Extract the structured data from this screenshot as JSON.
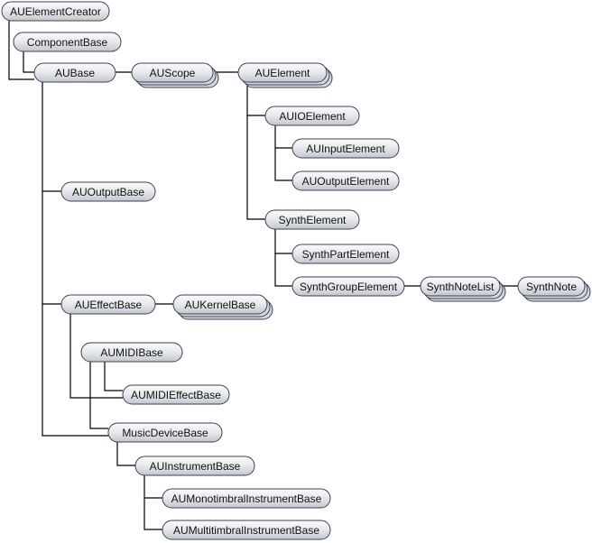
{
  "diagram": {
    "nodes": [
      {
        "id": "aue_creator",
        "label": "AUElementCreator",
        "stacked": false
      },
      {
        "id": "component_base",
        "label": "ComponentBase",
        "stacked": false
      },
      {
        "id": "aubase",
        "label": "AUBase",
        "stacked": false
      },
      {
        "id": "auscope",
        "label": "AUScope",
        "stacked": true
      },
      {
        "id": "auelement",
        "label": "AUElement",
        "stacked": true
      },
      {
        "id": "auioelement",
        "label": "AUIOElement",
        "stacked": false
      },
      {
        "id": "auinputelement",
        "label": "AUInputElement",
        "stacked": false
      },
      {
        "id": "auoutputelement",
        "label": "AUOutputElement",
        "stacked": false
      },
      {
        "id": "auoutputbase",
        "label": "AUOutputBase",
        "stacked": false
      },
      {
        "id": "synthelement",
        "label": "SynthElement",
        "stacked": false
      },
      {
        "id": "synthpartelement",
        "label": "SynthPartElement",
        "stacked": false
      },
      {
        "id": "synthgroupelement",
        "label": "SynthGroupElement",
        "stacked": false
      },
      {
        "id": "synthnotelist",
        "label": "SynthNoteList",
        "stacked": true
      },
      {
        "id": "synthnote",
        "label": "SynthNote",
        "stacked": true
      },
      {
        "id": "aueffectbase",
        "label": "AUEffectBase",
        "stacked": false
      },
      {
        "id": "aukernelbase",
        "label": "AUKernelBase",
        "stacked": true
      },
      {
        "id": "aumidibase",
        "label": "AUMIDIBase",
        "stacked": false
      },
      {
        "id": "aumidieffectbase",
        "label": "AUMIDIEffectBase",
        "stacked": false
      },
      {
        "id": "musicdevicebase",
        "label": "MusicDeviceBase",
        "stacked": false
      },
      {
        "id": "auinstrumentbase",
        "label": "AUInstrumentBase",
        "stacked": false
      },
      {
        "id": "aumonotimbral",
        "label": "AUMonotimbralInstrumentBase",
        "stacked": false
      },
      {
        "id": "aumultitimbral",
        "label": "AUMultitimbralInstrumentBase",
        "stacked": false
      }
    ],
    "edges": [
      {
        "from": "aue_creator",
        "to": "aubase"
      },
      {
        "from": "component_base",
        "to": "aubase"
      },
      {
        "from": "aubase",
        "to": "auscope"
      },
      {
        "from": "auscope",
        "to": "auelement"
      },
      {
        "from": "auelement",
        "to": "auioelement"
      },
      {
        "from": "auioelement",
        "to": "auinputelement"
      },
      {
        "from": "auioelement",
        "to": "auoutputelement"
      },
      {
        "from": "auelement",
        "to": "synthelement"
      },
      {
        "from": "synthelement",
        "to": "synthpartelement"
      },
      {
        "from": "synthelement",
        "to": "synthgroupelement"
      },
      {
        "from": "synthgroupelement",
        "to": "synthnotelist"
      },
      {
        "from": "synthnotelist",
        "to": "synthnote"
      },
      {
        "from": "aubase",
        "to": "auoutputbase"
      },
      {
        "from": "aubase",
        "to": "aueffectbase"
      },
      {
        "from": "aueffectbase",
        "to": "aukernelbase"
      },
      {
        "from": "aueffectbase",
        "to": "aumidieffectbase"
      },
      {
        "from": "aumidibase",
        "to": "aumidieffectbase"
      },
      {
        "from": "aumidibase",
        "to": "musicdevicebase"
      },
      {
        "from": "aubase",
        "to": "musicdevicebase"
      },
      {
        "from": "musicdevicebase",
        "to": "auinstrumentbase"
      },
      {
        "from": "auinstrumentbase",
        "to": "aumonotimbral"
      },
      {
        "from": "auinstrumentbase",
        "to": "aumultitimbral"
      }
    ]
  }
}
